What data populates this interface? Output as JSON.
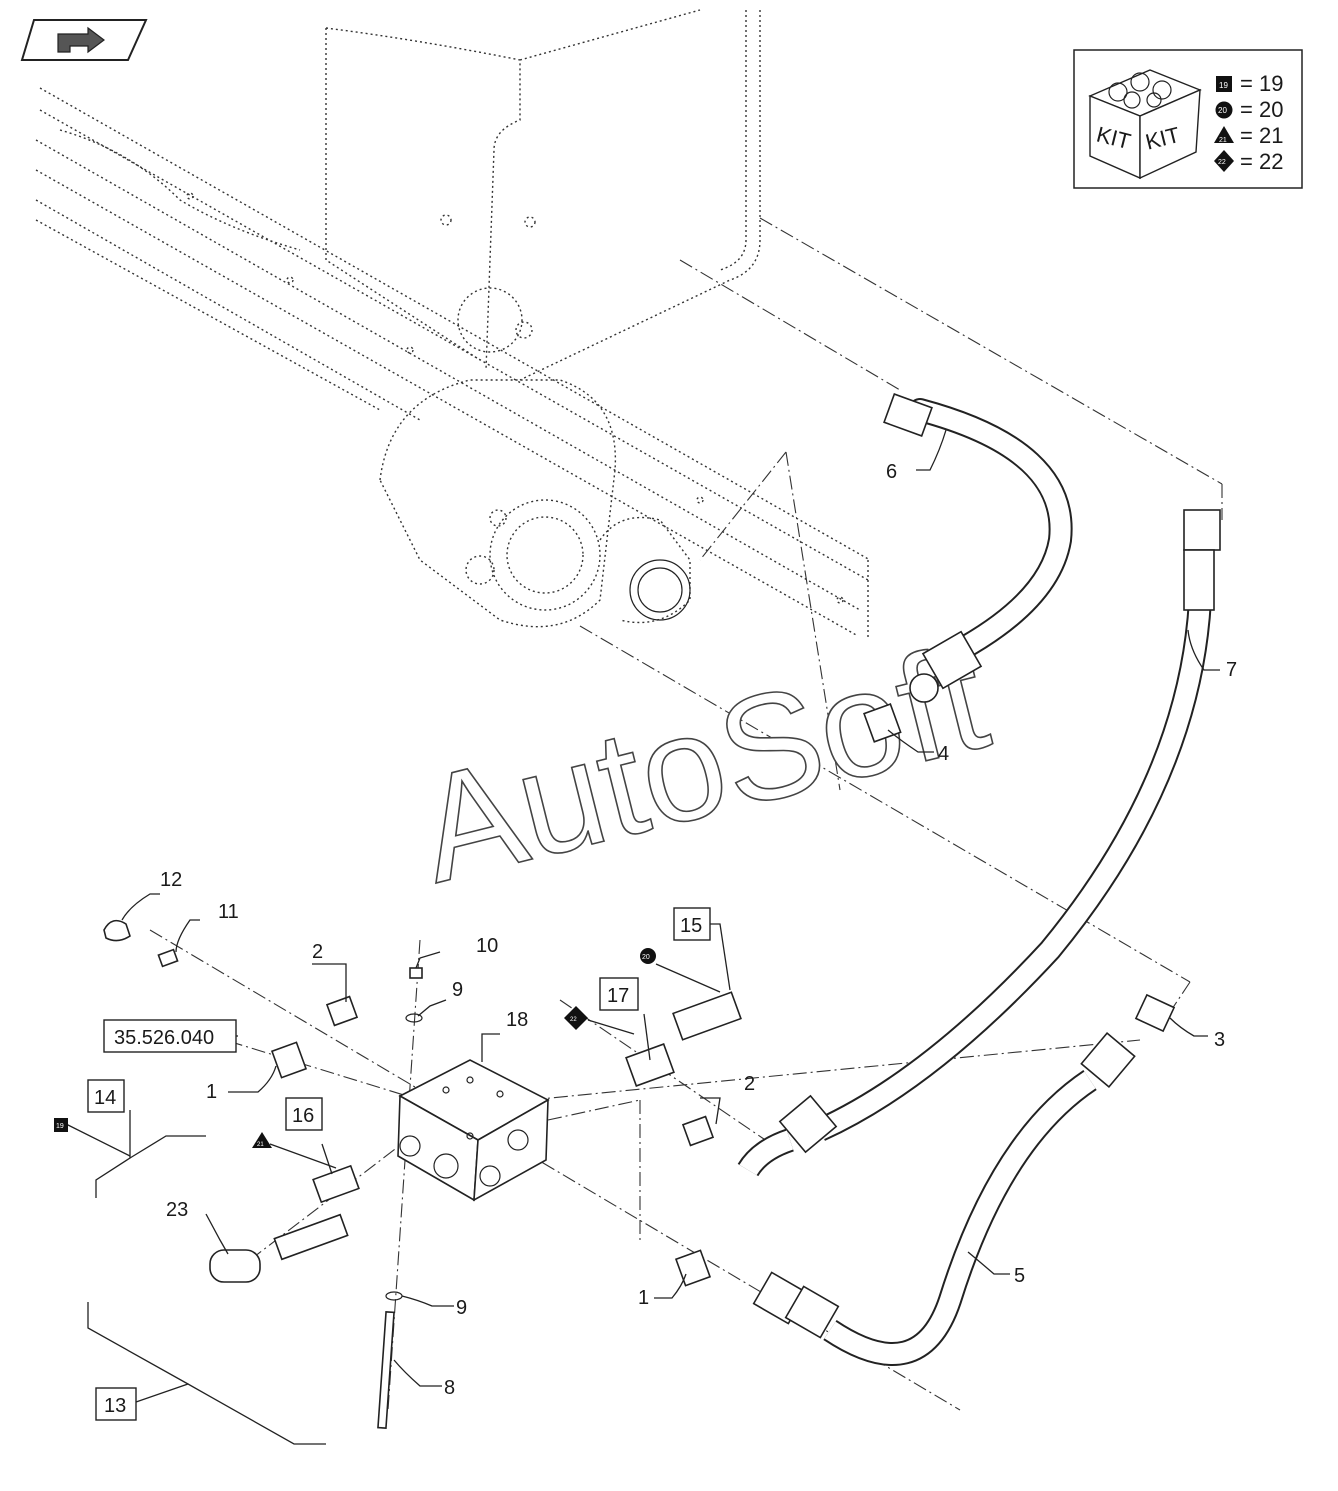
{
  "nav": {
    "icon": "return-arrow-icon"
  },
  "kit_legend": {
    "icon": "kit-box-icon",
    "box_text_left": "KIT",
    "box_text_right": "KIT",
    "items": [
      {
        "symbol": "square",
        "symbol_text": "19",
        "text": "= 19"
      },
      {
        "symbol": "circle",
        "symbol_text": "20",
        "text": "= 20"
      },
      {
        "symbol": "triangle",
        "symbol_text": "21",
        "text": "= 21"
      },
      {
        "symbol": "diamond",
        "symbol_text": "22",
        "text": "= 22"
      }
    ]
  },
  "watermark": "AutoSoft",
  "callouts": {
    "c1a": "1",
    "c1b": "1",
    "c2a": "2",
    "c2b": "2",
    "c3": "3",
    "c4": "4",
    "c5": "5",
    "c6": "6",
    "c7": "7",
    "c8": "8",
    "c9a": "9",
    "c9b": "9",
    "c10": "10",
    "c11": "11",
    "c12": "12",
    "c18": "18",
    "c23": "23"
  },
  "boxed_callouts": {
    "b13": "13",
    "b14": "14",
    "b15": "15",
    "b16": "16",
    "b17": "17",
    "ref": "35.526.040"
  },
  "symbol_marks": {
    "s14": "19",
    "s15": "20",
    "s16": "21",
    "s17": "22"
  }
}
